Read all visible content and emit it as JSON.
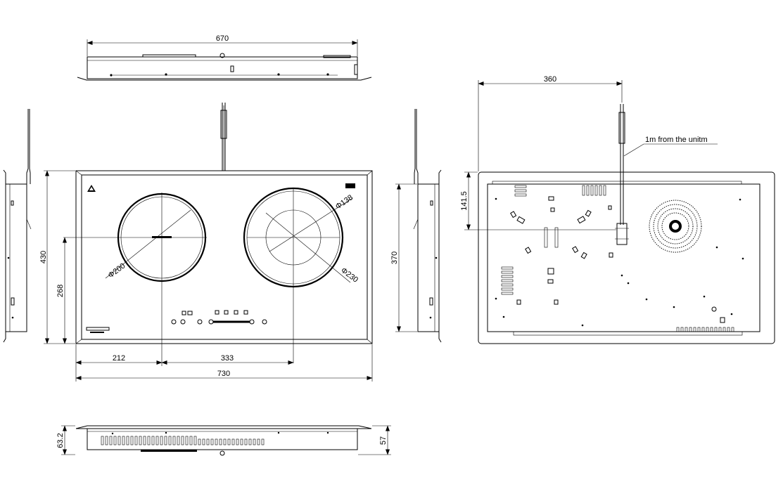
{
  "dimensions": {
    "top_width": "670",
    "front_height": "430",
    "front_inner_height": "268",
    "zone_offset_left": "212",
    "zone_spacing": "333",
    "front_width": "730",
    "zone_left_diameter": "Φ200",
    "zone_right_inner_diameter": "Φ138",
    "zone_right_outer_diameter": "Φ230",
    "side_height": "370",
    "back_width": "360",
    "back_cable_offset": "141.5",
    "bottom_total_height": "63.2",
    "bottom_body_height": "57"
  },
  "annotations": {
    "cable_note": "1m from the unitm"
  },
  "colors": {
    "line": "#000000",
    "background": "#ffffff"
  },
  "icons": {
    "warning": "warning-triangle-icon"
  }
}
